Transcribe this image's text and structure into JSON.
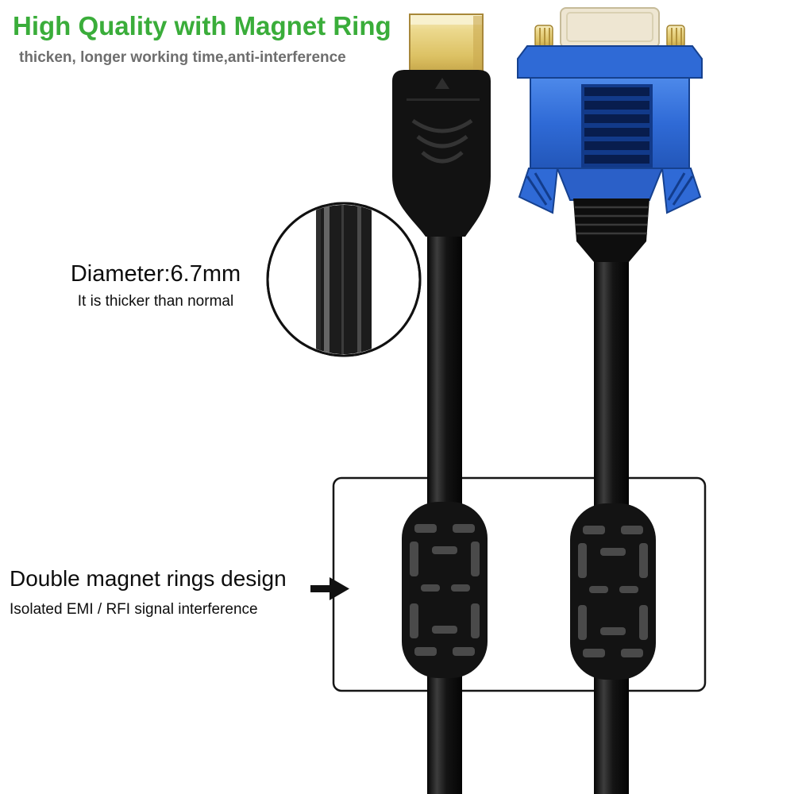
{
  "header": {
    "title": "High Quality with Magnet Ring",
    "subtitle": "thicken, longer working time,anti-interference"
  },
  "callouts": {
    "diameter": {
      "title": "Diameter:6.7mm",
      "subtitle": "It is thicker than normal"
    },
    "magnet_rings": {
      "title": "Double magnet rings design",
      "subtitle": "Isolated EMI / RFI signal interference"
    }
  },
  "colors": {
    "title_green": "#3aad3a",
    "subtitle_gray": "#6e6e6e",
    "vga_blue": "#2f6ad6",
    "connector_gold": "#dcc163",
    "cable_black": "#131313"
  }
}
